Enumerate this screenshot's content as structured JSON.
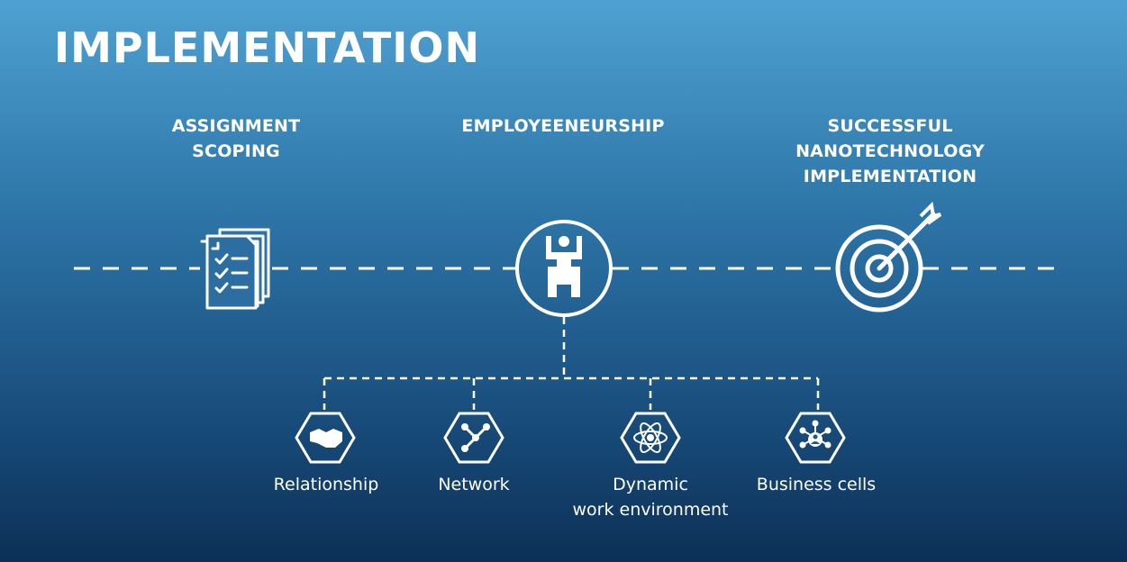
{
  "title": "IMPLEMENTATION",
  "colors": {
    "line": "#ffffff",
    "background_top": "#4fa1d2",
    "background_bottom": "#0c3057"
  },
  "stages": [
    {
      "label": "ASSIGNMENT\nSCOPING",
      "icon": "checklist-documents-icon"
    },
    {
      "label": "EMPLOYEENEURSHIP",
      "icon": "person-arms-up-icon"
    },
    {
      "label": "SUCCESSFUL\nNANOTECHNOLOGY\nIMPLEMENTATION",
      "icon": "target-arrow-icon"
    }
  ],
  "sub_items": [
    {
      "label": "Relationship",
      "icon": "handshake-icon"
    },
    {
      "label": "Network",
      "icon": "network-nodes-icon"
    },
    {
      "label": "Dynamic\nwork environment",
      "icon": "atom-icon"
    },
    {
      "label": "Business cells",
      "icon": "business-cells-icon"
    }
  ]
}
